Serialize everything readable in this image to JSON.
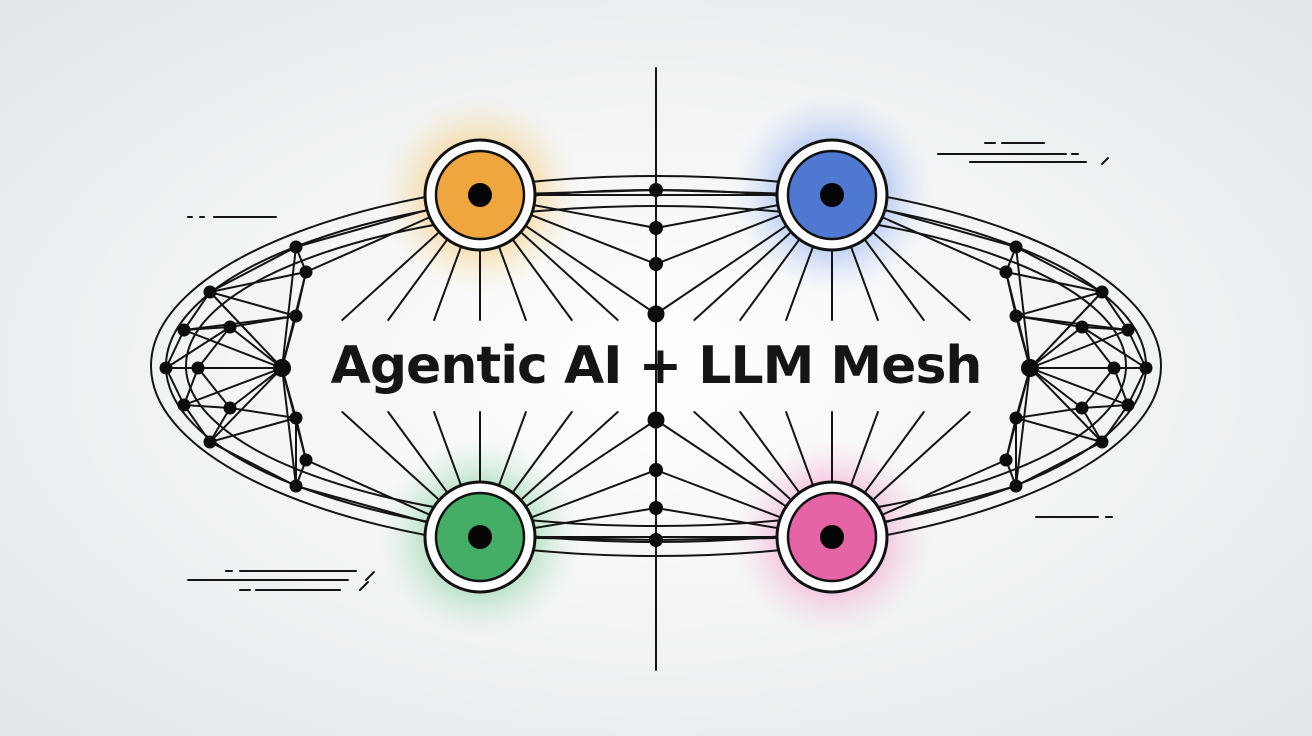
{
  "title": "Agentic AI + LLM Mesh",
  "nodes": [
    {
      "name": "agent-node-orange",
      "color": "#f0a63f"
    },
    {
      "name": "agent-node-blue",
      "color": "#4f79d1"
    },
    {
      "name": "agent-node-green",
      "color": "#44ae66"
    },
    {
      "name": "agent-node-pink",
      "color": "#e464a6"
    }
  ],
  "colors": {
    "line": "#141414",
    "dot": "#0c0c0c"
  }
}
